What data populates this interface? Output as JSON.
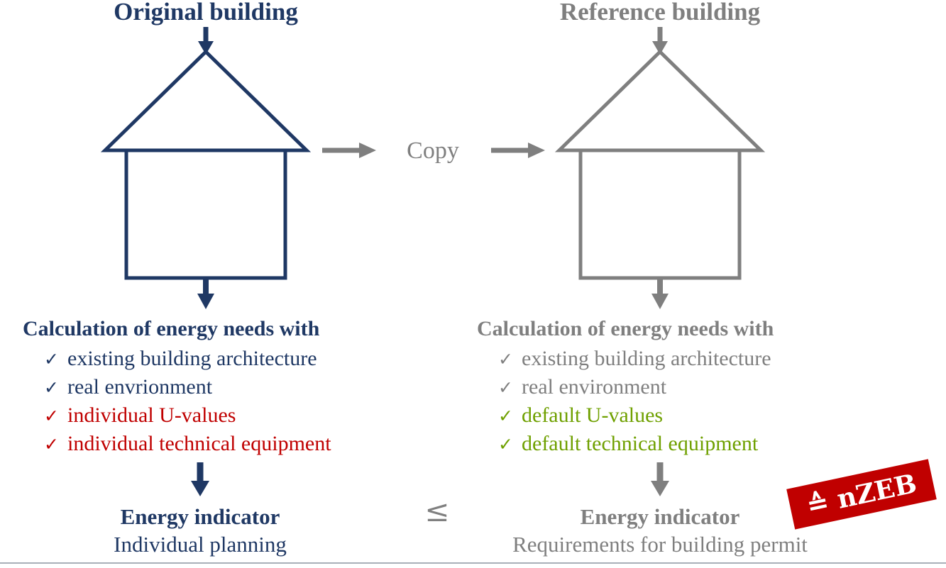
{
  "colors": {
    "navy": "#1F3864",
    "gray": "#7F7F7F",
    "red": "#C00000",
    "green": "#6FA000",
    "badge_bg": "#C00000",
    "rule": "#A9AFB8"
  },
  "checkmark": "✓",
  "left": {
    "title": "Original building",
    "calc_heading": "Calculation of energy needs with",
    "items": [
      {
        "text": "existing building architecture",
        "color": "navy"
      },
      {
        "text": "real envrionment",
        "color": "navy"
      },
      {
        "text": "individual U-values",
        "color": "red"
      },
      {
        "text": "individual technical equipment",
        "color": "red"
      }
    ],
    "result_title": "Energy indicator",
    "result_subtitle": "Individual planning"
  },
  "middle": {
    "copy_label": "Copy",
    "comparison_operator": "≤"
  },
  "right": {
    "title": "Reference building",
    "calc_heading": "Calculation of energy needs with",
    "items": [
      {
        "text": "existing building architecture",
        "color": "gray"
      },
      {
        "text": "real environment",
        "color": "gray"
      },
      {
        "text": "default U-values",
        "color": "green"
      },
      {
        "text": "default technical equipment",
        "color": "green"
      }
    ],
    "result_title": "Energy indicator",
    "result_subtitle": "Requirements for building permit"
  },
  "badge": {
    "label": "≙ nZEB"
  }
}
